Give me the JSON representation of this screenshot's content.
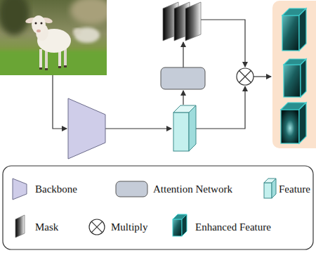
{
  "diagram": {
    "legend": [
      {
        "text": "Backbone"
      },
      {
        "text": "Attention Network"
      },
      {
        "text": "Feature"
      },
      {
        "text": "Mask"
      },
      {
        "text": "Multiply"
      },
      {
        "text": "Enhanced Feature"
      }
    ]
  }
}
